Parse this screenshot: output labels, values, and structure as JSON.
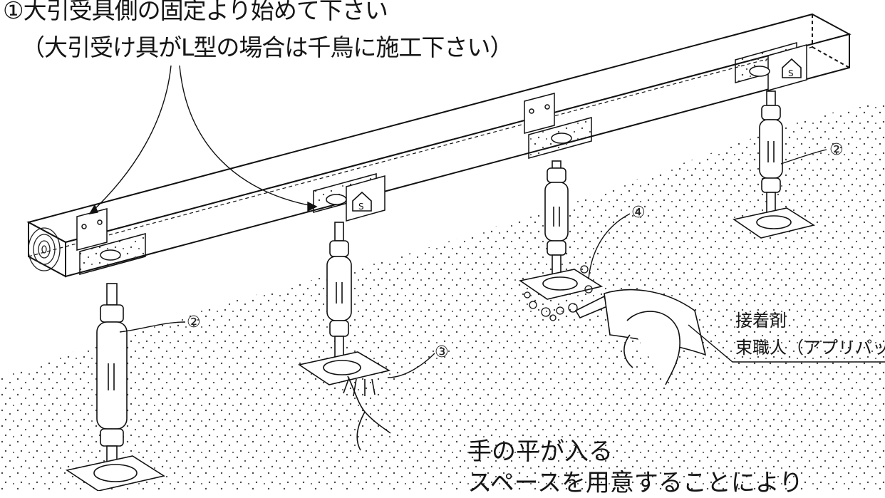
{
  "instructions": {
    "line1": "①大引受具側の固定より始めて下さい",
    "line2": "（大引受け具がL型の場合は千鳥に施工下さい）"
  },
  "callouts": {
    "post_left": "②",
    "post_right": "②",
    "base_hand": "③",
    "adhesive_step": "④"
  },
  "adhesive_label": {
    "line1": "接着剤",
    "line2": "束職人（アプリパック）"
  },
  "hand_note": {
    "line1": "手の平が入る",
    "line2": "スペースを用意することにより"
  },
  "colors": {
    "ink": "#151515",
    "stipple": "#444444",
    "paper": "#ffffff"
  },
  "icons": [
    "brand-house-s-icon",
    "brand-house-s-icon"
  ]
}
